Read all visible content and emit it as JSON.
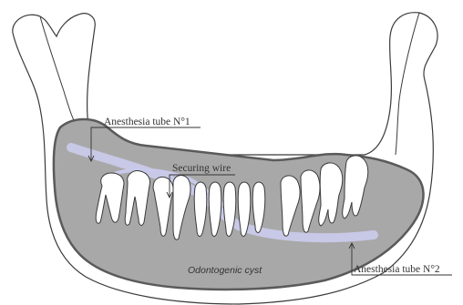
{
  "labels": {
    "tube1": "Anesthesia tube N°1",
    "wire": "Securing wire",
    "tube2": "Anesthesia tube N°2",
    "cyst": "Odontogenic cyst"
  },
  "colors": {
    "bone_outline": "#3a3a3a",
    "cyst_fill": "#a8a8a8",
    "cyst_border": "#5a5a5a",
    "tube": "#c9c9ea",
    "text": "#333333"
  }
}
